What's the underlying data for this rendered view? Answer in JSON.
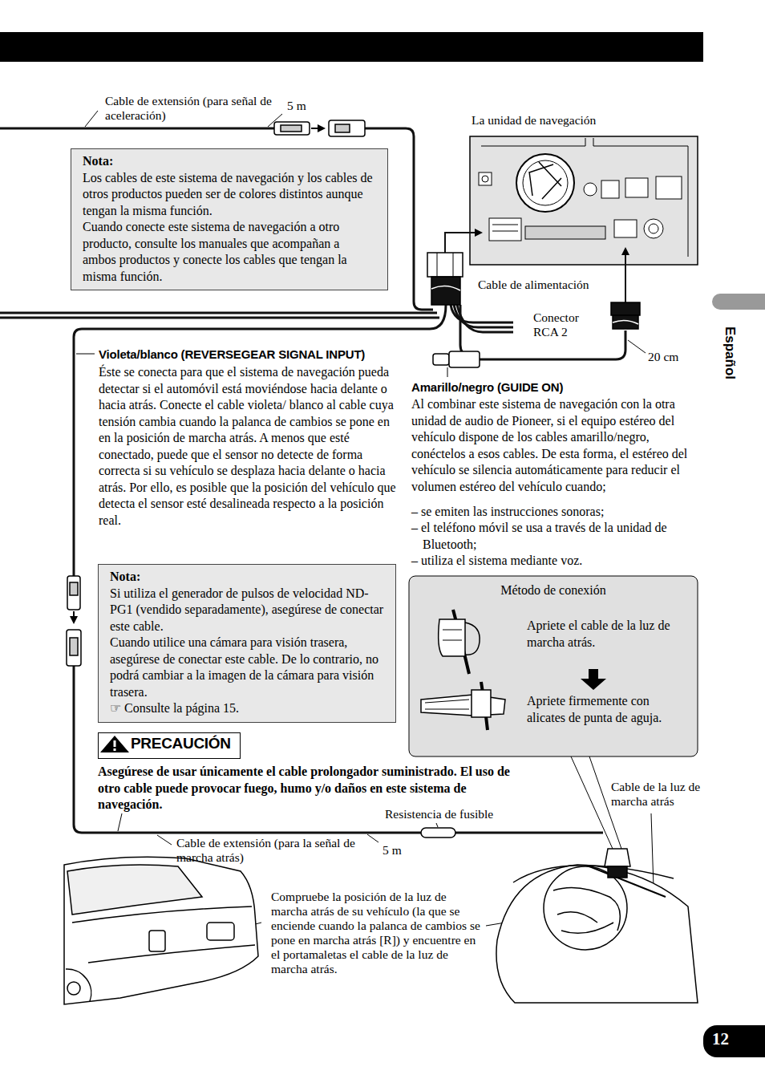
{
  "diagram": {
    "nodes": [
      {
        "text": [
          "Nota:",
          "Los cables de este sistema de navegación y los cables de otros productos pueden ser de colores distintos aunque tengan la misma función.",
          "Cuando conecte este sistema de navegación a otro producto, consulte los manuales que acompañan a ambos productos y conecte los cables que tengan la misma función."
        ]
      },
      {
        "text": [
          "Nota:",
          "Si utiliza el generador de pulsos de velocidad ND-PG1 (vendido separadamente), asegúrese de conectar este cable.",
          "Cuando utilice una cámara para visión trasera, asegúrese de conectar este cable. De lo contrario, no podrá cambiar a la imagen de la cámara para visión trasera.",
          "☞ Consulte la página 15."
        ]
      },
      {
        "text": [
          "Método de conexión",
          "Apriete el cable de la luz de marcha atrás.",
          "Apriete firmemente con alicates de punta de aguja."
        ]
      },
      {
        "text": [
          "PRECAUCIÓN"
        ]
      },
      {
        "text": [
          "12"
        ]
      }
    ],
    "labels": [
      "Cable de extensión (para señal de aceleración)",
      "5 m",
      "La unidad de navegación",
      "Cable de alimentación",
      "Conector RCA 2",
      "20 cm",
      "Español",
      "Violeta/blanco (REVERSEGEAR SIGNAL INPUT)",
      "Éste se conecta para que el sistema de navegación pueda detectar si el automóvil está moviéndose hacia delante o hacia atrás. Conecte el cable violeta/ blanco al cable cuya tensión cambia cuando la palanca de cambios se pone en en la posición de marcha atrás. A menos que esté conectado, puede que el sensor no detecte de forma correcta si su vehículo se desplaza hacia delante o hacia atrás. Por ello, es posible que la posición del vehículo que detecta el sensor esté desalineada respecto a la posición real.",
      "Amarillo/negro (GUIDE ON)",
      "Al combinar este sistema de navegación con la otra unidad de audio de Pioneer, si el equipo estéreo del vehículo dispone de los cables amarillo/negro, conéctelos a esos cables. De esta forma, el estéreo del vehículo se silencia automáticamente para reducir el volumen estéreo del vehículo cuando;",
      "– se emiten las instrucciones sonoras;",
      "– el teléfono móvil se usa a través de la unidad de Bluetooth;",
      "– utiliza el sistema mediante voz.",
      "Asegúrese de usar únicamente el cable prolongador suministrado. El uso de otro cable puede provocar fuego, humo y/o daños en este sistema de navegación.",
      "Resistencia de fusible",
      "Cable de extensión (para la señal de marcha atrás)",
      "5 m",
      "Cable de la luz de marcha atrás",
      "Compruebe la posición de la luz de marcha atrás de su vehículo (la que se enciende cuando la palanca de cambios se pone en marcha atrás [R]) y encuentre en el portamaletas el cable de la luz de marcha atrás."
    ]
  }
}
